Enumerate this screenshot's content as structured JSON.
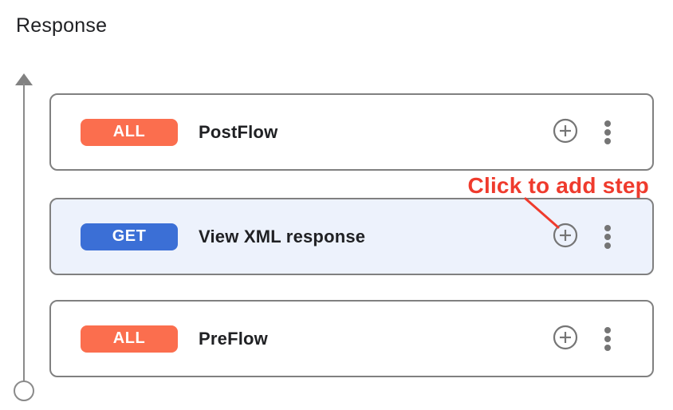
{
  "title": "Response",
  "flows": [
    {
      "method": "ALL",
      "name": "PostFlow",
      "selected": false
    },
    {
      "method": "GET",
      "name": "View XML response",
      "selected": true
    },
    {
      "method": "ALL",
      "name": "PreFlow",
      "selected": false
    }
  ],
  "annotation": {
    "label": "Click to add step"
  },
  "colors": {
    "badge_all": "#FB6E4E",
    "badge_get": "#3B6FD6",
    "selected_card_bg": "#EDF2FC",
    "card_border": "#808080",
    "icon_gray": "#757575",
    "annotation_red": "#EF3B2D"
  }
}
